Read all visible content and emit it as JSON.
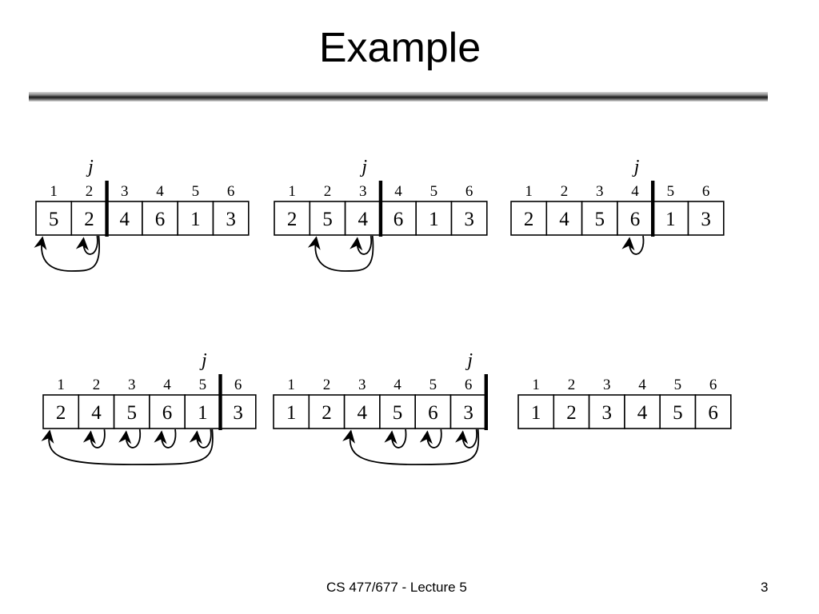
{
  "slide": {
    "title": "Example",
    "footer": "CS 477/677 - Lecture 5",
    "page_number": "3"
  },
  "diagram": {
    "pointer_label": "j",
    "steps": [
      {
        "indices": [
          "1",
          "2",
          "3",
          "4",
          "5",
          "6"
        ],
        "values": [
          "5",
          "2",
          "4",
          "6",
          "1",
          "3"
        ],
        "sorted_count": 2
      },
      {
        "indices": [
          "1",
          "2",
          "3",
          "4",
          "5",
          "6"
        ],
        "values": [
          "2",
          "5",
          "4",
          "6",
          "1",
          "3"
        ],
        "sorted_count": 3
      },
      {
        "indices": [
          "1",
          "2",
          "3",
          "4",
          "5",
          "6"
        ],
        "values": [
          "2",
          "4",
          "5",
          "6",
          "1",
          "3"
        ],
        "sorted_count": 4
      },
      {
        "indices": [
          "1",
          "2",
          "3",
          "4",
          "5",
          "6"
        ],
        "values": [
          "2",
          "4",
          "5",
          "6",
          "1",
          "3"
        ],
        "sorted_count": 5
      },
      {
        "indices": [
          "1",
          "2",
          "3",
          "4",
          "5",
          "6"
        ],
        "values": [
          "1",
          "2",
          "4",
          "5",
          "6",
          "3"
        ],
        "sorted_count": 6
      },
      {
        "indices": [
          "1",
          "2",
          "3",
          "4",
          "5",
          "6"
        ],
        "values": [
          "1",
          "2",
          "3",
          "4",
          "5",
          "6"
        ],
        "sorted_count": 0
      }
    ]
  }
}
